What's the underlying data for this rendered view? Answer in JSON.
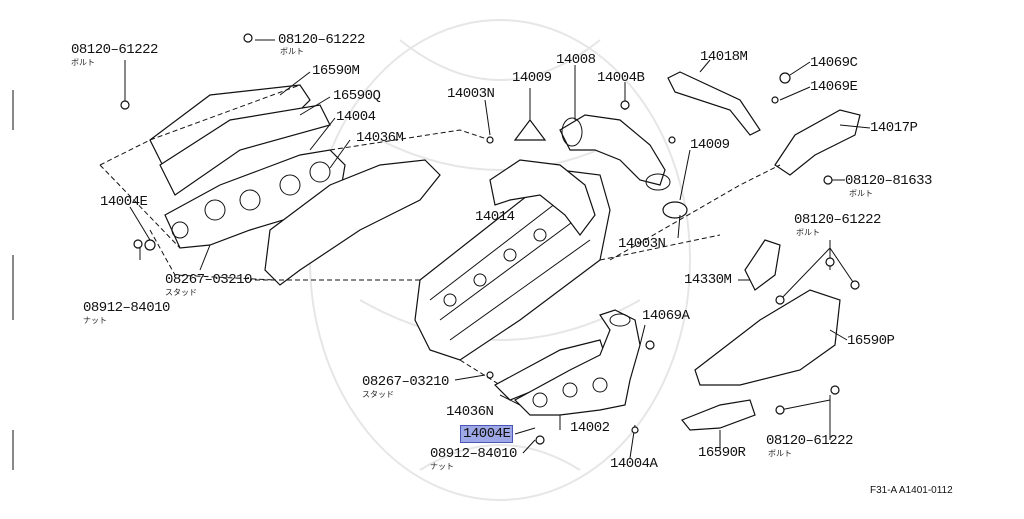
{
  "labels": {
    "p08120_61222_tl": "08120–61222",
    "p08120_61222_top": "08120–61222",
    "p16590M": "16590M",
    "p16590Q": "16590Q",
    "p14004_top": "14004",
    "p14036M": "14036M",
    "p14004E_left": "14004E",
    "p08267_03210_left": "08267–03210",
    "p08912_84010_left": "08912–84010",
    "p14003N_top": "14003N",
    "p14009_top": "14009",
    "p14008": "14008",
    "p14004B": "14004B",
    "p14014": "14014",
    "p14009_right": "14009",
    "p14003N_right": "14003N",
    "p14018M": "14018M",
    "p14069C": "14069C",
    "p14069E": "14069E",
    "p14017P": "14017P",
    "p08120_81633": "08120–81633",
    "p08120_61222_right": "08120–61222",
    "p14330M": "14330M",
    "p14069A": "14069A",
    "p16590P": "16590P",
    "p08267_03210_mid": "08267–03210",
    "p14036N": "14036N",
    "p14004E_highlight": "14004E",
    "p14002": "14002",
    "p08912_84010_mid": "08912–84010",
    "p14004A": "14004A",
    "p16590R": "16590R",
    "p08120_61222_bottom": "08120–61222"
  },
  "sublabels": {
    "bolt_tl": "ボルト",
    "bolt_top": "ボルト",
    "stud_left": "スタッド",
    "nut_left": "ナット",
    "bolt_81633": "ボルト",
    "bolt_right": "ボルト",
    "stud_mid": "スタッド",
    "nut_mid": "ナット",
    "bolt_bottom": "ボルト"
  },
  "reference": "F31-A A1401-0112"
}
